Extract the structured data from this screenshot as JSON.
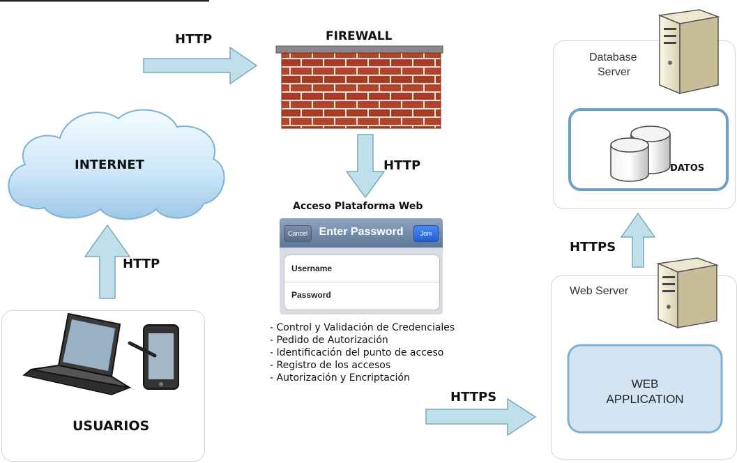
{
  "labels": {
    "firewall": "FIREWALL",
    "http_top": "HTTP",
    "http_mid": "HTTP",
    "http_left": "HTTP",
    "https_bottom": "HTTPS",
    "https_right": "HTTPS",
    "internet": "INTERNET",
    "usuarios": "USUARIOS",
    "acceso": "Acceso Plataforma Web",
    "db_server_line1": "Database",
    "db_server_line2": "Server",
    "datos": "DATOS",
    "web_server": "Web Server",
    "web_app_line1": "WEB",
    "web_app_line2": "APPLICATION"
  },
  "login_panel": {
    "title": "Enter Password",
    "cancel": "Cancel",
    "join": "Join",
    "username": "Username",
    "password": "Password"
  },
  "bullets": [
    "- Control y Validación de Credenciales",
    "- Pedido de Autorización",
    "- Identificación del punto de acceso",
    "- Registro de los accesos",
    "- Autorización y Encriptación"
  ],
  "colors": {
    "arrow_fill": "#bfe0ea",
    "arrow_stroke": "#7aa8b8",
    "brick": "#b0402b",
    "web_app_fill": "#d3e5f2",
    "web_app_border": "#7fb0d3",
    "datos_border": "#6e9fc5"
  }
}
